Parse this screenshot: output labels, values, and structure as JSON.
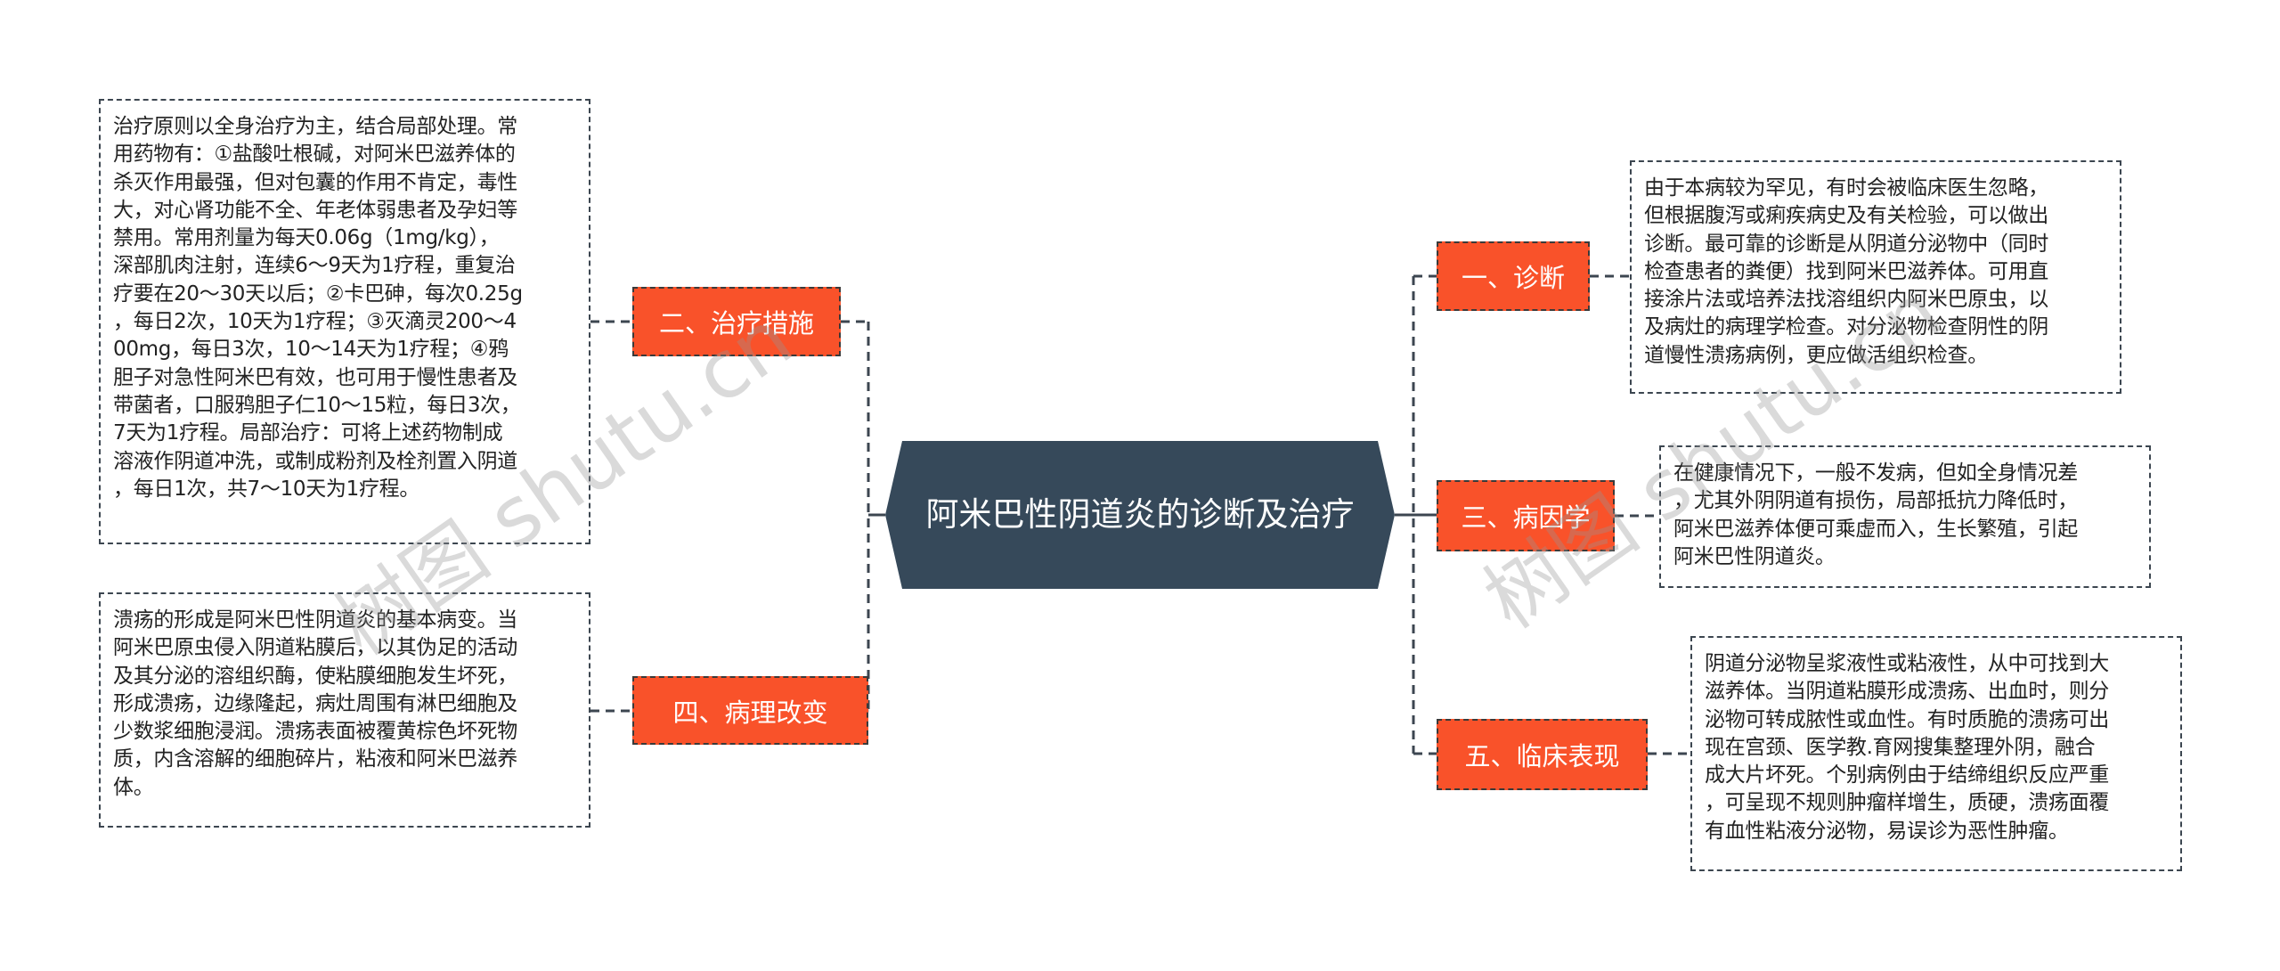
{
  "root": {
    "title": "阿米巴性阴道炎的诊断及治疗"
  },
  "colors": {
    "branch_fill": "#f9522a",
    "root_fill": "#36495a",
    "connector": "#3c4650"
  },
  "watermark": "树图 shutu.cn",
  "branches": {
    "treatment": {
      "label": "二、治疗措施",
      "lines": [
        "治疗原则以全身治疗为主，结合局部处理。常",
        "用药物有：①盐酸吐根碱，对阿米巴滋养体的",
        "杀灭作用最强，但对包囊的作用不肯定，毒性",
        "大，对心肾功能不全、年老体弱患者及孕妇等",
        "禁用。常用剂量为每天0.06g（1mg/kg），",
        "深部肌肉注射，连续6～9天为1疗程，重复治",
        "疗要在20～30天以后；②卡巴砷，每次0.25g",
        "，每日2次，10天为1疗程；③灭滴灵200～4",
        "00mg，每日3次，10～14天为1疗程；④鸦",
        "胆子对急性阿米巴有效，也可用于慢性患者及",
        "带菌者，口服鸦胆子仁10～15粒，每日3次，",
        "7天为1疗程。局部治疗：可将上述药物制成",
        "溶液作阴道冲洗，或制成粉剂及栓剂置入阴道",
        "，每日1次，共7～10天为1疗程。"
      ]
    },
    "pathology": {
      "label": "四、病理改变",
      "lines": [
        "溃疡的形成是阿米巴性阴道炎的基本病变。当",
        "阿米巴原虫侵入阴道粘膜后，以其伪足的活动",
        "及其分泌的溶组织酶，使粘膜细胞发生坏死，",
        "形成溃疡，边缘隆起，病灶周围有淋巴细胞及",
        "少数浆细胞浸润。溃疡表面被覆黄棕色坏死物",
        "质，内含溶解的细胞碎片，粘液和阿米巴滋养",
        "体。"
      ]
    },
    "diagnosis": {
      "label": "一、诊断",
      "lines": [
        "由于本病较为罕见，有时会被临床医生忽略，",
        "但根据腹泻或痢疾病史及有关检验，可以做出",
        "诊断。最可靠的诊断是从阴道分泌物中（同时",
        "检查患者的粪便）找到阿米巴滋养体。可用直",
        "接涂片法或培养法找溶组织内阿米巴原虫，以",
        "及病灶的病理学检查。对分泌物检查阴性的阴",
        "道慢性溃疡病例，更应做活组织检查。"
      ]
    },
    "etiology": {
      "label": "三、病因学",
      "lines": [
        "在健康情况下，一般不发病，但如全身情况差",
        "，尤其外阴阴道有损伤，局部抵抗力降低时，",
        "阿米巴滋养体便可乘虚而入，生长繁殖，引起",
        "阿米巴性阴道炎。"
      ]
    },
    "clinical": {
      "label": "五、临床表现",
      "lines": [
        "阴道分泌物呈浆液性或粘液性，从中可找到大",
        "滋养体。当阴道粘膜形成溃疡、出血时，则分",
        "泌物可转成脓性或血性。有时质脆的溃疡可出",
        "现在宫颈、医学教.育网搜集整理外阴，融合",
        "成大片坏死。个别病例由于结缔组织反应严重",
        "，可呈现不规则肿瘤样增生，质硬，溃疡面覆",
        "有血性粘液分泌物，易误诊为恶性肿瘤。"
      ]
    }
  }
}
